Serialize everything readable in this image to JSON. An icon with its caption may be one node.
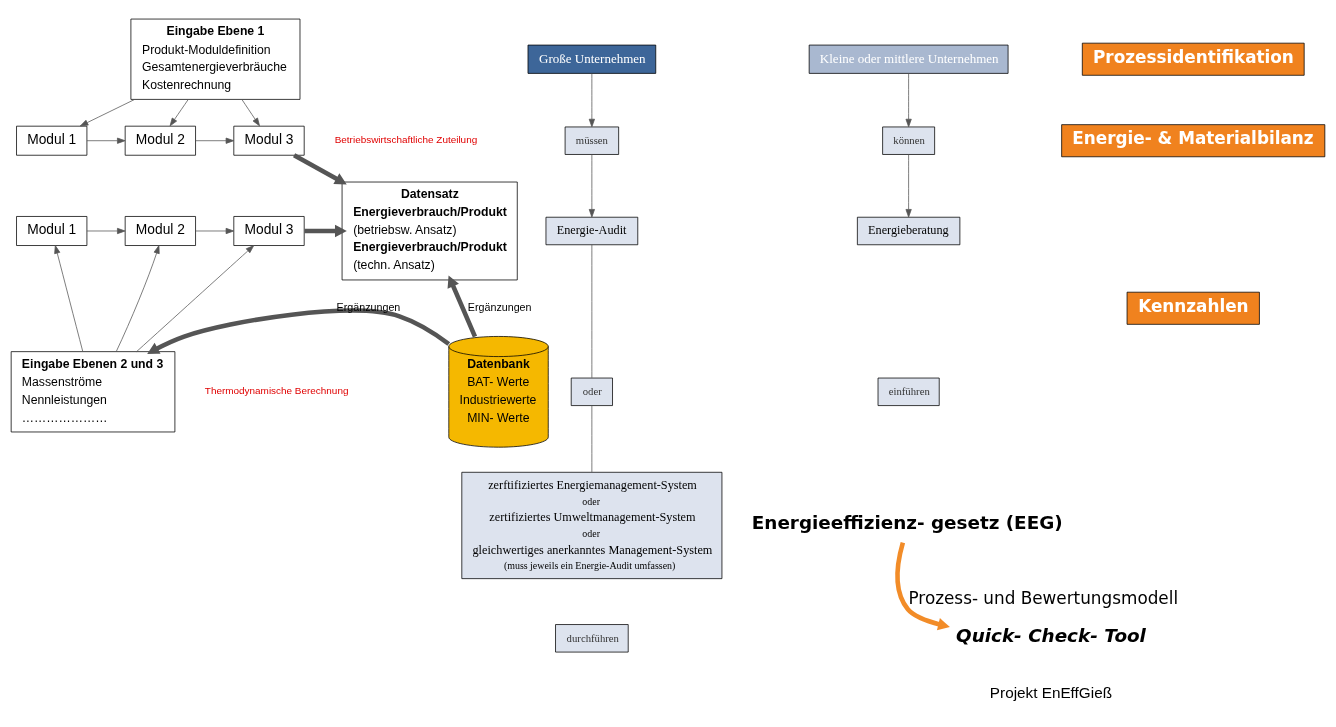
{
  "diagram": {
    "nodes": [
      {
        "text": [
          "Eingabe Ebene 1",
          "Produkt-Moduldefinition",
          "Gesamtenergieverbräuche",
          "Kostenrechnung"
        ]
      },
      {
        "text": [
          "Modul 1"
        ]
      },
      {
        "text": [
          "Modul 2"
        ]
      },
      {
        "text": [
          "Modul 3"
        ]
      },
      {
        "text": [
          "Modul 1"
        ]
      },
      {
        "text": [
          "Modul 2"
        ]
      },
      {
        "text": [
          "Modul 3"
        ]
      },
      {
        "text": [
          "Eingabe Ebenen 2 und 3",
          "Massenströme",
          "Nennleistungen",
          "…………………"
        ]
      },
      {
        "text": [
          "Datensatz",
          "Energieverbrauch/Produkt",
          "(betriebsw. Ansatz)",
          "Energieverbrauch/Produkt",
          "(techn. Ansatz)"
        ]
      },
      {
        "text": [
          "Datenbank",
          "BAT- Werte",
          "Industriewerte",
          "MIN- Werte"
        ]
      },
      {
        "text": [
          "Große Unternehmen"
        ]
      },
      {
        "text": [
          "müssen"
        ]
      },
      {
        "text": [
          "Energie-Audit"
        ]
      },
      {
        "text": [
          "oder"
        ]
      },
      {
        "text": [
          "zerftifiziertes Energiemanagement-System",
          "oder",
          "zertifiziertes Umweltmanagement-System",
          "oder",
          "gleichwertiges anerkanntes Management-System",
          "(muss jeweils ein Energie-Audit umfassen)"
        ]
      },
      {
        "text": [
          "durchführen"
        ]
      },
      {
        "text": [
          "Kleine oder mittlere Unternehmen"
        ]
      },
      {
        "text": [
          "können"
        ]
      },
      {
        "text": [
          "Energieberatung"
        ]
      },
      {
        "text": [
          "einführen"
        ]
      },
      {
        "text": [
          "Energieeffizienz- gesetz (EEG)"
        ]
      },
      {
        "text": [
          "Prozessidentifikation"
        ]
      },
      {
        "text": [
          "Energie- & Materialbilanz"
        ]
      },
      {
        "text": [
          "Kennzahlen"
        ]
      },
      {
        "text": [
          "Quick- Check- Tool"
        ]
      }
    ],
    "edges": [
      {
        "from": 0,
        "to": 1,
        "arrow": "to"
      },
      {
        "from": 0,
        "to": 2,
        "arrow": "to"
      },
      {
        "from": 0,
        "to": 3,
        "arrow": "to"
      },
      {
        "from": 1,
        "to": 2,
        "arrow": "to"
      },
      {
        "from": 2,
        "to": 3,
        "arrow": "to"
      },
      {
        "from": 4,
        "to": 5,
        "arrow": "to"
      },
      {
        "from": 5,
        "to": 6,
        "arrow": "to"
      },
      {
        "from": 7,
        "to": 4,
        "arrow": "to"
      },
      {
        "from": 7,
        "to": 5,
        "arrow": "to"
      },
      {
        "from": 7,
        "to": 6,
        "arrow": "to"
      },
      {
        "from": 3,
        "to": 8,
        "arrow": "to",
        "style": "thick"
      },
      {
        "from": 6,
        "to": 8,
        "arrow": "to",
        "style": "thick"
      },
      {
        "from": 9,
        "to": 8,
        "arrow": "to",
        "label": "Ergänzungen",
        "style": "thick"
      },
      {
        "from": 9,
        "to": 7,
        "arrow": "to",
        "label": "Ergänzungen",
        "style": "thick"
      },
      {
        "from": 10,
        "to": 11,
        "arrow": "to"
      },
      {
        "from": 11,
        "to": 12,
        "arrow": "to"
      },
      {
        "from": 12,
        "to": 13,
        "arrow": "none"
      },
      {
        "from": 13,
        "to": 14,
        "arrow": "none"
      },
      {
        "from": 16,
        "to": 17,
        "arrow": "to"
      },
      {
        "from": 17,
        "to": 18,
        "arrow": "to"
      },
      {
        "from": 20,
        "to": 24,
        "arrow": "to",
        "label": "Prozess- und Bewertungsmodell",
        "style": "thick",
        "color": "#f28c28"
      }
    ],
    "labels": [
      "Betriebswirtschaftliche Zuteilung",
      "Thermodynamische Berechnung",
      "Projekt EnEffGieß"
    ]
  }
}
